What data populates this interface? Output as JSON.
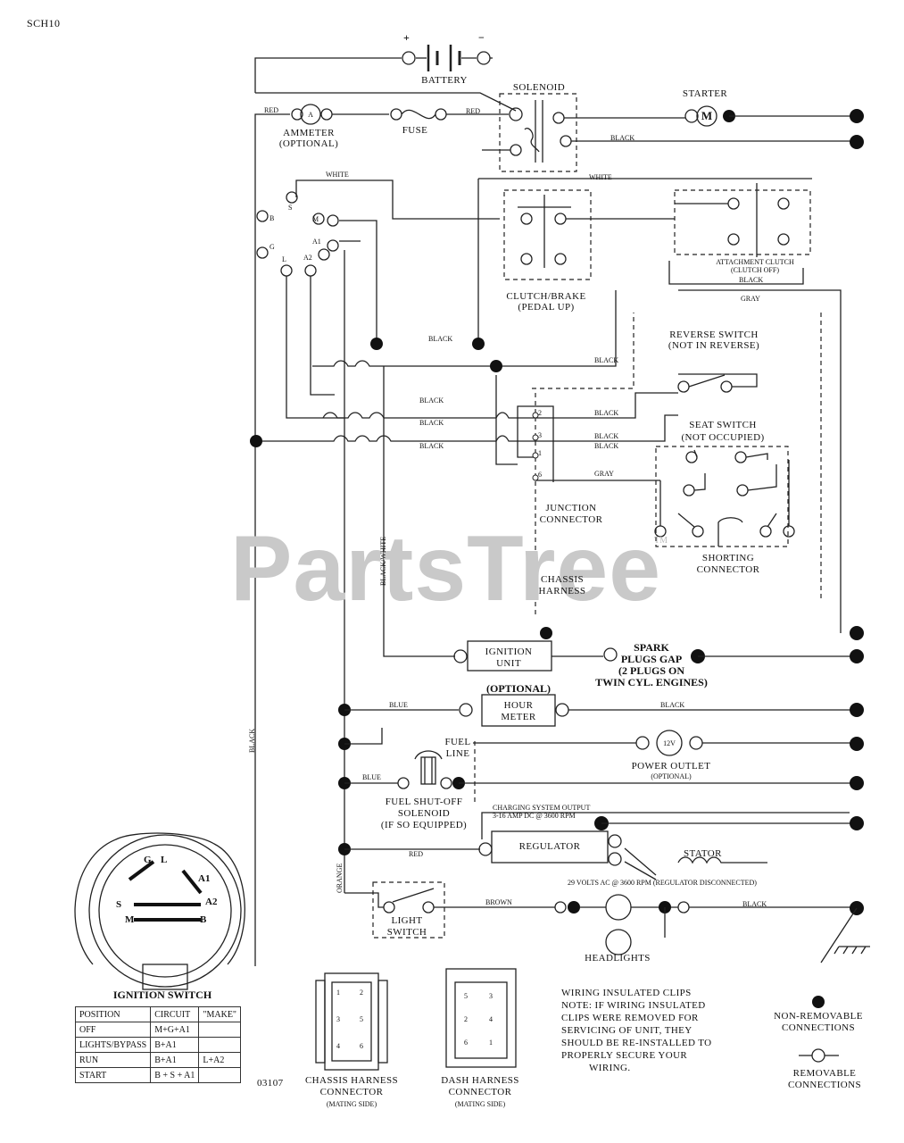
{
  "page_code": "SCH10",
  "watermark": "PartsTree",
  "watermark_tm": "TM",
  "figure_number": "03107",
  "components": {
    "battery": "BATTERY",
    "battery_plus": "+",
    "battery_minus": "−",
    "solenoid": "SOLENOID",
    "starter": "STARTER",
    "starter_symbol": "M",
    "ammeter": "AMMETER",
    "ammeter_optional": "(OPTIONAL)",
    "ammeter_symbol": "A",
    "fuse": "FUSE",
    "clutch_brake": "CLUTCH/BRAKE",
    "clutch_brake_sub": "(PEDAL UP)",
    "attachment_clutch": "ATTACHMENT CLUTCH",
    "attachment_clutch_sub": "(CLUTCH OFF)",
    "reverse_switch": "REVERSE SWITCH",
    "reverse_switch_sub": "(NOT IN REVERSE)",
    "seat_switch": "SEAT SWITCH",
    "seat_switch_sub": "(NOT OCCUPIED)",
    "junction_connector_1": "JUNCTION",
    "junction_connector_2": "CONNECTOR",
    "shorting_connector_1": "SHORTING",
    "shorting_connector_2": "CONNECTOR",
    "chassis_harness_1": "CHASSIS",
    "chassis_harness_2": "HARNESS",
    "ignition_unit_1": "IGNITION",
    "ignition_unit_2": "UNIT",
    "spark_plugs_1": "SPARK",
    "spark_plugs_2": "PLUGS GAP",
    "spark_plugs_3": "(2 PLUGS ON",
    "spark_plugs_4": "TWIN CYL. ENGINES)",
    "hour_meter_optional": "(OPTIONAL)",
    "hour_meter_1": "HOUR",
    "hour_meter_2": "METER",
    "fuel_line_1": "FUEL",
    "fuel_line_2": "LINE",
    "power_outlet": "POWER OUTLET",
    "power_outlet_optional": "(OPTIONAL)",
    "power_outlet_symbol": "12V",
    "fuel_solenoid_1": "FUEL SHUT-OFF",
    "fuel_solenoid_2": "SOLENOID",
    "fuel_solenoid_3": "(IF SO EQUIPPED)",
    "charging_output_1": "CHARGING SYSTEM OUTPUT",
    "charging_output_2": "3-16 AMP DC @ 3600 RPM",
    "regulator": "REGULATOR",
    "stator": "STATOR",
    "stator_ac": "29 VOLTS AC @ 3600 RPM (REGULATOR DISCONNECTED)",
    "light_switch_1": "LIGHT",
    "light_switch_2": "SWITCH",
    "headlights": "HEADLIGHTS"
  },
  "ignition_terminals": {
    "s": "S",
    "m": "M",
    "a1": "A1",
    "a2": "A2",
    "l": "L",
    "g": "G",
    "b": "B"
  },
  "wire_colors": {
    "red_left": "RED",
    "red_solenoid": "RED",
    "black_solenoid": "BLACK",
    "white_top": "WHITE",
    "white_right": "WHITE",
    "black_attachment": "BLACK",
    "gray_top": "GRAY",
    "black_left_mid": "BLACK",
    "black_reverse": "BLACK",
    "black_j1": "BLACK",
    "black_j2": "BLACK",
    "black_j3": "BLACK",
    "black_r2": "BLACK",
    "black_r3": "BLACK",
    "black_r4": "BLACK",
    "gray_j6": "GRAY",
    "black_white": "BLACK/WHITE",
    "black_left_vertical": "BLACK",
    "blue_hour": "BLUE",
    "black_hour": "BLACK",
    "blue_fuel": "BLUE",
    "red_regulator": "RED",
    "orange_vertical": "ORANGE",
    "brown_light": "BROWN",
    "black_headlight": "BLACK"
  },
  "junction_pins": [
    "2",
    "3",
    "1",
    "6"
  ],
  "ignition_switch": {
    "title": "IGNITION SWITCH",
    "headers": [
      "POSITION",
      "CIRCUIT",
      "\"MAKE\""
    ],
    "rows": [
      [
        "OFF",
        "M+G+A1",
        ""
      ],
      [
        "LIGHTS/BYPASS",
        "B+A1",
        ""
      ],
      [
        "RUN",
        "B+A1",
        "L+A2"
      ],
      [
        "START",
        "B + S + A1",
        ""
      ]
    ]
  },
  "connectors": {
    "chassis_1": "CHASSIS HARNESS",
    "chassis_2": "CONNECTOR",
    "chassis_3": "(MATING SIDE)",
    "chassis_pins": [
      "1",
      "2",
      "3",
      "5",
      "4",
      "6"
    ],
    "dash_1": "DASH HARNESS",
    "dash_2": "CONNECTOR",
    "dash_3": "(MATING SIDE)",
    "dash_pins": [
      "5",
      "3",
      "2",
      "4",
      "6",
      "1"
    ]
  },
  "notes": {
    "clips_1": "WIRING INSULATED CLIPS",
    "clips_2": "NOTE: IF WIRING INSULATED",
    "clips_3": "CLIPS WERE REMOVED FOR",
    "clips_4": "SERVICING OF UNIT, THEY",
    "clips_5": "SHOULD BE RE-INSTALLED TO",
    "clips_6": "PROPERLY SECURE YOUR",
    "clips_7": "WIRING."
  },
  "legend": {
    "non_removable_1": "NON-REMOVABLE",
    "non_removable_2": "CONNECTIONS",
    "removable_1": "REMOVABLE",
    "removable_2": "CONNECTIONS"
  }
}
